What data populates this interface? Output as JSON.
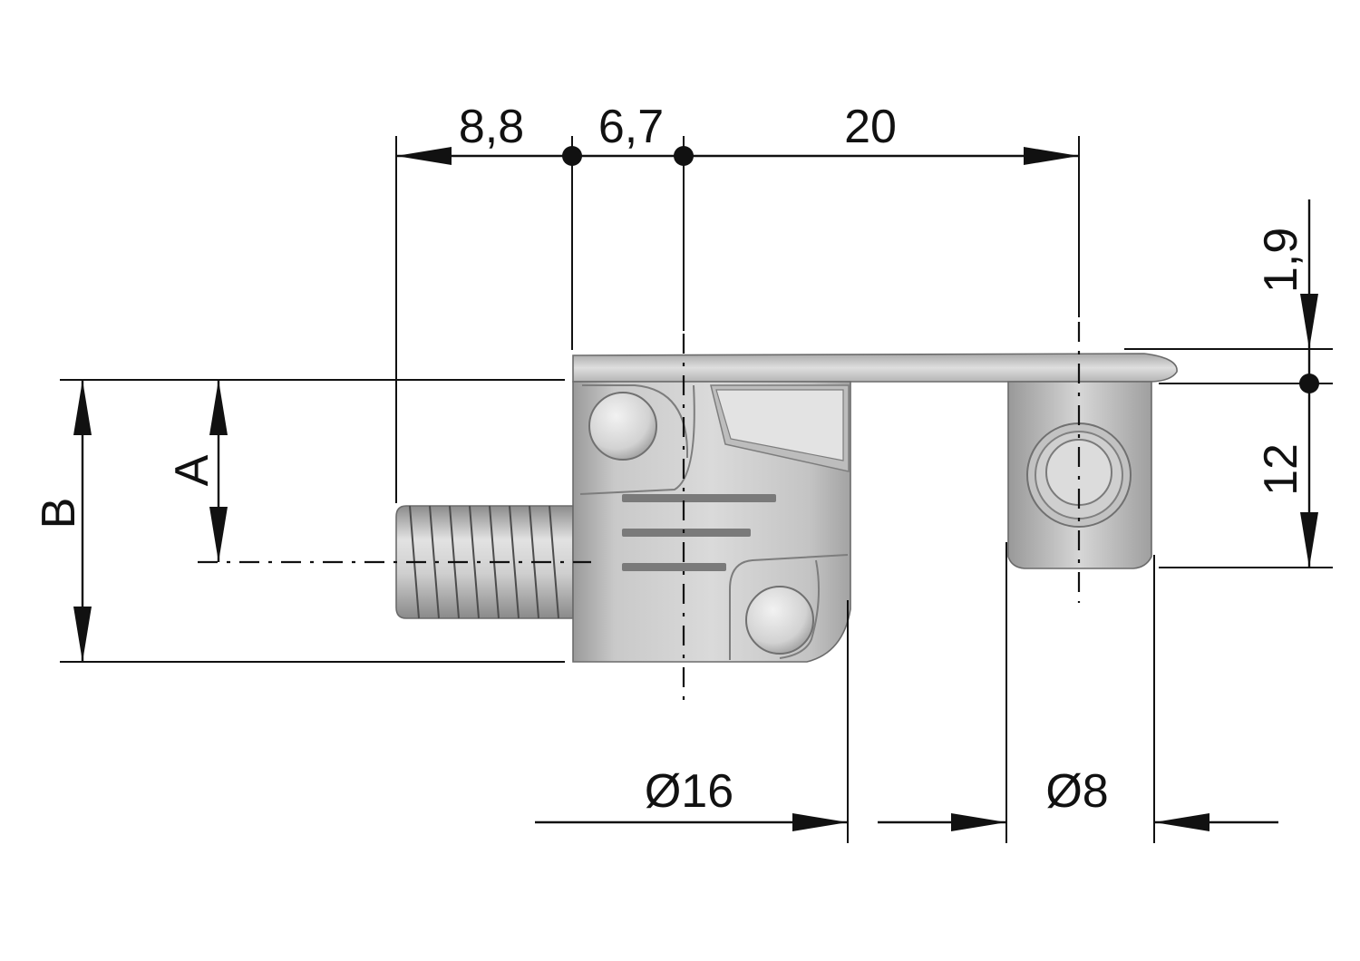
{
  "dimensions": {
    "d_thread_length": "8,8",
    "d_axis_offset": "6,7",
    "d_spacing": "20",
    "d_plate_thickness": "1,9",
    "d_pin_height": "12",
    "d_body_diameter": "Ø16",
    "d_pin_diameter": "Ø8",
    "label_a": "A",
    "label_b": "B"
  },
  "colors": {
    "line": "#111111",
    "part_light": "#dcdcdc",
    "part_mid": "#bdbdbd",
    "part_dark": "#8f8f8f"
  }
}
